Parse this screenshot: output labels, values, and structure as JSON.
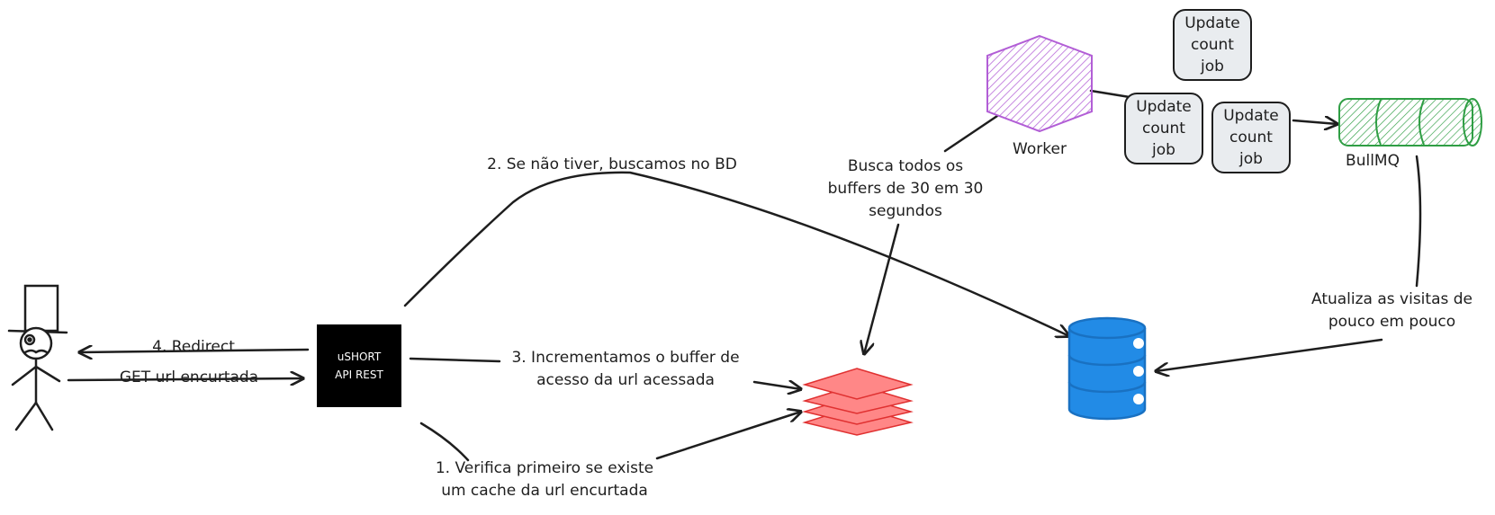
{
  "api": {
    "label": "uSHORT\nAPI REST"
  },
  "worker": {
    "label": "Worker"
  },
  "queue": {
    "label": "BullMQ"
  },
  "jobs": [
    {
      "label": "Update\ncount\njob"
    },
    {
      "label": "Update\ncount\njob"
    },
    {
      "label": "Update\ncount\njob"
    }
  ],
  "edges": {
    "redirect": "4. Redirect",
    "get_url": "GET url encurtada",
    "step1": "1. Verifica primeiro se existe\num cache da url encurtada",
    "step2": "2. Se não tiver, buscamos no BD",
    "step3": "3. Incrementamos o buffer de\nacesso da url acessada",
    "worker_fetch": "Busca todos os\nbuffers de 30 em 30\nsegundos",
    "update_visits": "Atualiza as visitas de\npouco em pouco"
  },
  "colors": {
    "worker": "#b25ed6",
    "cache": "#ff8787",
    "cache_stroke": "#e03131",
    "db": "#228be6",
    "db_stroke": "#1971c2",
    "queue": "#2f9e44",
    "job_fill": "#e9ecef"
  },
  "icons": {
    "user": "stick-figure-with-top-hat",
    "cache": "stacked-layers",
    "database": "database-cylinder",
    "worker": "hexagon",
    "queue": "cylinder-queue"
  }
}
